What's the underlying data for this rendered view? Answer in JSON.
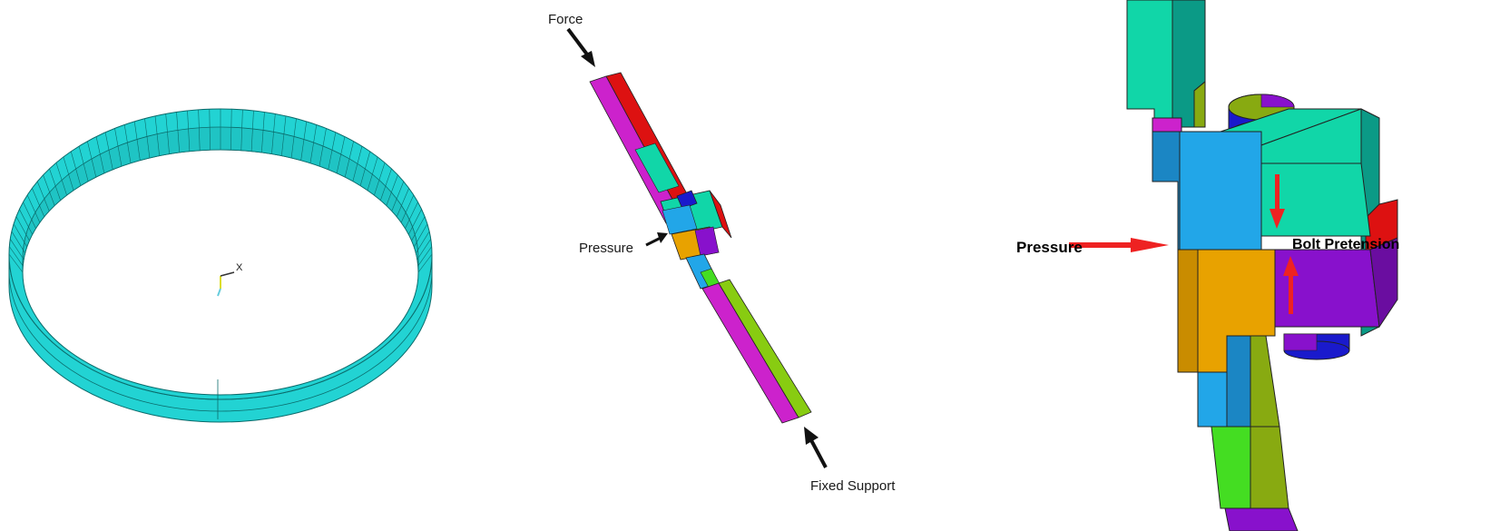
{
  "panels": {
    "ring": {
      "axis_label": "X"
    },
    "assembly": {
      "labels": {
        "force": "Force",
        "pressure": "Pressure",
        "fixed_support": "Fixed Support"
      }
    },
    "detail": {
      "labels": {
        "pressure": "Pressure",
        "bolt_pretension": "Bolt Pretension"
      }
    }
  },
  "colors": {
    "ring_fill": "#22d3d3",
    "ring_line": "#0b6b6b",
    "magenta": "#cc22cc",
    "red": "#dd1111",
    "teal": "#11d6a8",
    "cyan": "#22a6e8",
    "blue": "#1a1acc",
    "orange": "#e8a200",
    "green": "#44dd22",
    "olive": "#88aa11",
    "violet": "#8811cc",
    "arrow_red": "#ee2222"
  }
}
